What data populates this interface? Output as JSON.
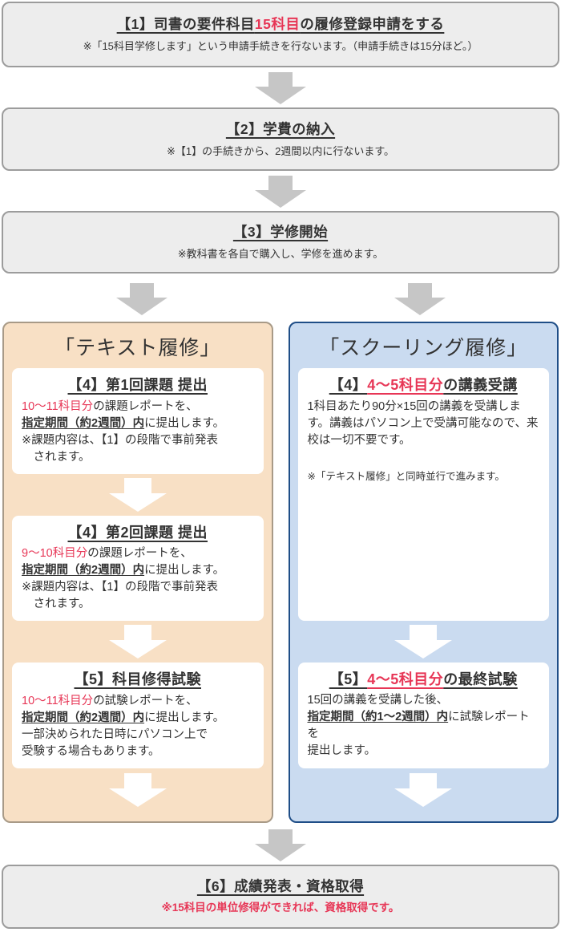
{
  "colors": {
    "accent_red": "#e73656",
    "text_dark": "#333333",
    "gray_box_fill": "#ededed",
    "gray_box_border": "#9c9c9c",
    "gray_arrow": "#c6c6c6",
    "text_column_fill": "#f8e0c5",
    "text_column_border": "#a89a87",
    "schooling_column_fill": "#cadbf0",
    "schooling_column_border": "#1f4e87"
  },
  "flow": {
    "step1": {
      "title": [
        {
          "t": "【1】司書の要件科目"
        },
        {
          "t": "15科目",
          "c": "red"
        },
        {
          "t": "の履修登録申請をする"
        }
      ],
      "note": "※「15科目学修します」という申請手続きを行ないます。（申請手続きは15分ほど。）"
    },
    "step2": {
      "title": [
        {
          "t": "【2】学費の納入"
        }
      ],
      "note": "※【1】の手続きから、2週間以内に行ないます。"
    },
    "step3": {
      "title": [
        {
          "t": "【3】学修開始"
        }
      ],
      "note": "※教科書を各自で購入し、学修を進めます。"
    },
    "step6": {
      "title": [
        {
          "t": "【6】成績発表・資格取得"
        }
      ],
      "note": "※15科目の単位修得ができれば、資格取得です。"
    }
  },
  "columns": {
    "text_course": {
      "header": "「テキスト履修」",
      "boxes": [
        {
          "title": [
            {
              "t": "【4】第1回課題 提出"
            }
          ],
          "body": [
            {
              "t": "10～11科目分",
              "c": "red"
            },
            {
              "t": "の課題レポートを、",
              "br": true
            },
            {
              "t": "指定期間（約2週間）内",
              "c": "bu"
            },
            {
              "t": "に提出します。",
              "br": true
            },
            {
              "t": "※課題内容は、【1】の段階で事前発表",
              "br": true
            },
            {
              "t": "　されます。"
            }
          ]
        },
        {
          "title": [
            {
              "t": "【4】第2回課題 提出"
            }
          ],
          "body": [
            {
              "t": "9～10科目分",
              "c": "red"
            },
            {
              "t": "の課題レポートを、",
              "br": true
            },
            {
              "t": "指定期間（約2週間）内",
              "c": "bu"
            },
            {
              "t": "に提出します。",
              "br": true
            },
            {
              "t": "※課題内容は、【1】の段階で事前発表",
              "br": true
            },
            {
              "t": "　されます。"
            }
          ]
        },
        {
          "title": [
            {
              "t": "【5】科目修得試験"
            }
          ],
          "body": [
            {
              "t": "10～11科目分",
              "c": "red"
            },
            {
              "t": "の試験レポートを、",
              "br": true
            },
            {
              "t": "指定期間（約2週間）内",
              "c": "bu"
            },
            {
              "t": "に提出します。",
              "br": true
            },
            {
              "t": "一部決められた日時にパソコン上で",
              "br": true
            },
            {
              "t": "受験する場合もあります。"
            }
          ]
        }
      ]
    },
    "schooling": {
      "header": "「スクーリング履修」",
      "boxes": [
        {
          "title": [
            {
              "t": "【4】",
              "c": "u"
            },
            {
              "t": "4～5科目分",
              "c": "u-red"
            },
            {
              "t": "の講義受講",
              "c": "u"
            }
          ],
          "body": [
            {
              "t": "1科目あたり90分×15回の講義を受講します。講義はパソコン上で受講可能なので、来校は一切不要です。"
            }
          ],
          "note": "※「テキスト履修」と同時並行で進みます。"
        },
        {
          "title": [
            {
              "t": "【5】",
              "c": "u"
            },
            {
              "t": "4～5科目分",
              "c": "u-red"
            },
            {
              "t": "の最終試験",
              "c": "u"
            }
          ],
          "body": [
            {
              "t": "15回の講義を受講した後、",
              "br": true
            },
            {
              "t": "指定期間（約1～2週間）内",
              "c": "bu"
            },
            {
              "t": "に試験レポートを",
              "br": true
            },
            {
              "t": "提出します。"
            }
          ]
        }
      ]
    }
  }
}
